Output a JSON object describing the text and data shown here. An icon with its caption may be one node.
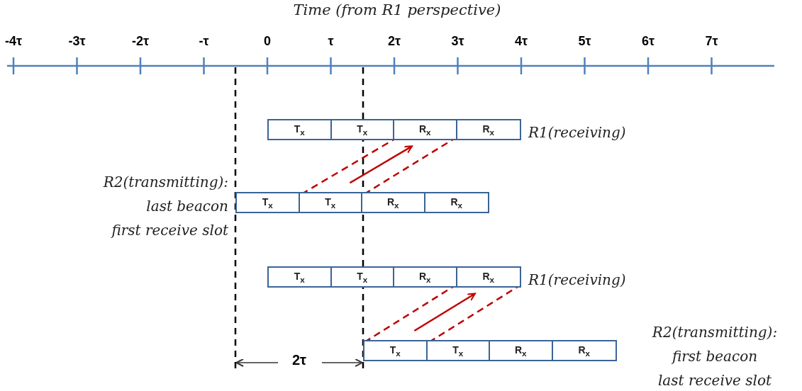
{
  "diagram": {
    "title": "Time (from R1 perspective)",
    "nodes": [
      {
        "text": [],
        "shape": "bar",
        "beside": [
          "R1(receiving)"
        ]
      },
      {
        "text": [
          "T$_{x}$"
        ],
        "in": 0
      },
      {
        "text": [
          "T$_{x}$"
        ],
        "in": 0
      },
      {
        "text": [
          "R$_{x}$"
        ],
        "in": 0
      },
      {
        "text": [
          "R$_{x}$"
        ],
        "in": 0
      },
      {
        "text": [],
        "shape": "bar",
        "beside": [
          "R2(transmitting):",
          "last beacon",
          "first receive slot"
        ]
      },
      {
        "text": [
          "T$_{x}$"
        ],
        "in": 5
      },
      {
        "text": [
          "T$_{x}$"
        ],
        "in": 5
      },
      {
        "text": [
          "R$_{x}$"
        ],
        "in": 5
      },
      {
        "text": [
          "R$_{x}$"
        ],
        "in": 5
      },
      {
        "text": [],
        "shape": "bar",
        "beside": [
          "R1(receiving)"
        ]
      },
      {
        "text": [
          "T$_{x}$"
        ],
        "in": 10
      },
      {
        "text": [
          "T$_{x}$"
        ],
        "in": 10
      },
      {
        "text": [
          "R$_{x}$"
        ],
        "in": 10
      },
      {
        "text": [
          "R$_{x}$"
        ],
        "in": 10
      },
      {
        "text": [],
        "shape": "bar",
        "beside": [
          "R2(transmitting):",
          "first beacon",
          "last receive slot"
        ]
      },
      {
        "text": [
          "T$_{x}$"
        ],
        "in": 15
      },
      {
        "text": [
          "T$_{x}$"
        ],
        "in": 15
      },
      {
        "text": [
          "R$_{x}$"
        ],
        "in": 15
      },
      {
        "text": [
          "R$_{x}$"
        ],
        "in": 15
      }
    ],
    "edges": [
      {
        "from": 7,
        "to": 3,
        "arrow": "none",
        "style": "dashed",
        "color": "#c00000"
      },
      {
        "from": 8,
        "to": 3,
        "arrow": "none",
        "style": "dashed",
        "color": "#c00000"
      },
      {
        "from": 7,
        "to": 3,
        "arrow": "to",
        "color": "#c00000"
      },
      {
        "from": 16,
        "to": 13,
        "arrow": "none",
        "style": "dashed",
        "color": "#c00000"
      },
      {
        "from": 17,
        "to": 14,
        "arrow": "none",
        "style": "dashed",
        "color": "#c00000"
      },
      {
        "from": 16,
        "to": 14,
        "arrow": "to",
        "color": "#c00000"
      }
    ],
    "labels": [
      "-4τ",
      "-3τ",
      "-2τ",
      "-τ",
      "0",
      "τ",
      "2τ",
      "3τ",
      "4τ",
      "5τ",
      "6τ",
      "7τ",
      "2τ"
    ]
  }
}
